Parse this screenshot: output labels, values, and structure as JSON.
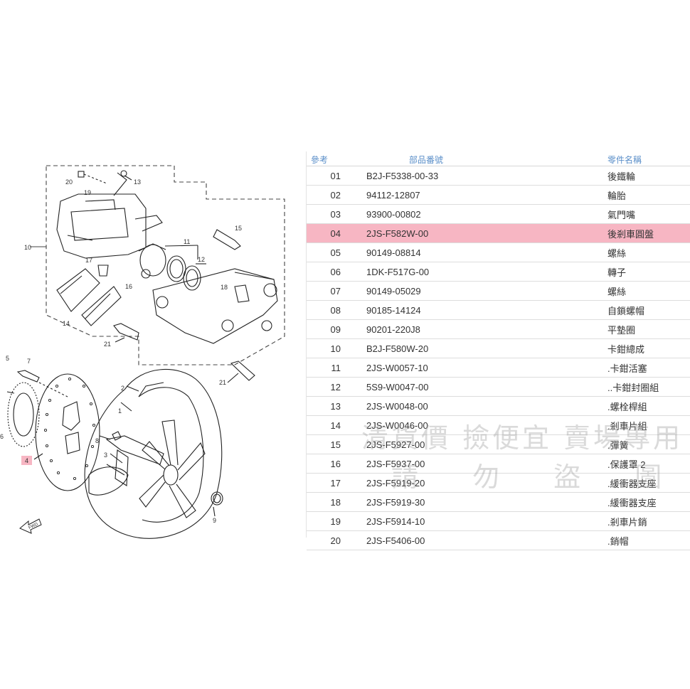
{
  "diagram": {
    "labels": [
      "1",
      "2",
      "3",
      "4",
      "5",
      "6",
      "7",
      "8",
      "9",
      "10",
      "11",
      "12",
      "13",
      "14",
      "15",
      "16",
      "17",
      "18",
      "19",
      "20",
      "21",
      "21"
    ],
    "fwd_label": "FWD"
  },
  "table": {
    "headers": {
      "ref": "參考",
      "part_no": "部品番號",
      "name": "零件名稱"
    },
    "highlight_color": "#f7b6c3",
    "rows": [
      {
        "ref": "01",
        "part_no": "B2J-F5338-00-33",
        "name": "後鐵輪"
      },
      {
        "ref": "02",
        "part_no": "94112-12807",
        "name": "輪胎"
      },
      {
        "ref": "03",
        "part_no": "93900-00802",
        "name": "氣門嘴"
      },
      {
        "ref": "04",
        "part_no": "2JS-F582W-00",
        "name": "後剎車圓盤",
        "highlight": true
      },
      {
        "ref": "05",
        "part_no": "90149-08814",
        "name": "螺絲"
      },
      {
        "ref": "06",
        "part_no": "1DK-F517G-00",
        "name": "轉子"
      },
      {
        "ref": "07",
        "part_no": "90149-05029",
        "name": "螺絲"
      },
      {
        "ref": "08",
        "part_no": "90185-14124",
        "name": "自鎖螺帽"
      },
      {
        "ref": "09",
        "part_no": "90201-220J8",
        "name": "平墊圈"
      },
      {
        "ref": "10",
        "part_no": "B2J-F580W-20",
        "name": "卡鉗總成"
      },
      {
        "ref": "11",
        "part_no": "2JS-W0057-10",
        "name": ".卡鉗活塞"
      },
      {
        "ref": "12",
        "part_no": "5S9-W0047-00",
        "name": "..卡鉗封圈組"
      },
      {
        "ref": "13",
        "part_no": "2JS-W0048-00",
        "name": ".螺栓桿組"
      },
      {
        "ref": "14",
        "part_no": "2JS-W0046-00",
        "name": ".剎車片組"
      },
      {
        "ref": "15",
        "part_no": "2JS-F5927-00",
        "name": ".彈簧"
      },
      {
        "ref": "16",
        "part_no": "2JS-F5937-00",
        "name": ".保護罩 2"
      },
      {
        "ref": "17",
        "part_no": "2JS-F5919-20",
        "name": ".緩衝器支座"
      },
      {
        "ref": "18",
        "part_no": "2JS-F5919-30",
        "name": ".緩衝器支座"
      },
      {
        "ref": "19",
        "part_no": "2JS-F5914-10",
        "name": ".剎車片銷"
      },
      {
        "ref": "20",
        "part_no": "2JS-F5406-00",
        "name": ".銷帽"
      }
    ]
  },
  "watermark": {
    "line1": "清貨價 撿便宜 賣場專用",
    "line2": "請 勿 盜 圖"
  }
}
